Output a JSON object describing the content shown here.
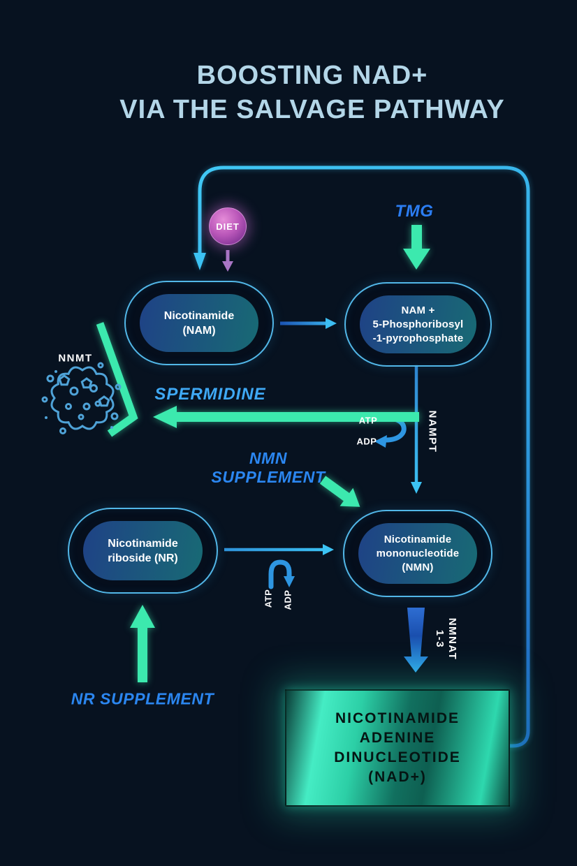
{
  "title": {
    "line1": "BOOSTING NAD+",
    "line2": "VIA THE SALVAGE PATHWAY"
  },
  "nodes": {
    "nam": {
      "line1": "Nicotinamide",
      "line2": "(NAM)"
    },
    "prpp": {
      "line1": "NAM +",
      "line2": "5-Phosphoribosyl",
      "line3": "-1-pyrophosphate"
    },
    "nr": {
      "line1": "Nicotinamide",
      "line2": "riboside (NR)"
    },
    "nmn": {
      "line1": "Nicotinamide",
      "line2": "mononucleotide",
      "line3": "(NMN)"
    },
    "nad": {
      "line1": "NICOTINAMIDE",
      "line2": "ADENINE",
      "line3": "DINUCLEOTIDE",
      "line4": "(NAD+)"
    }
  },
  "labels": {
    "diet": "DIET",
    "tmg": "TMG",
    "spermidine": "SPERMIDINE",
    "nnmt": "NNMT",
    "nampt": "NAMPT",
    "nmn_supplement_line1": "NMN",
    "nmn_supplement_line2": "SUPPLEMENT",
    "nr_supplement": "NR SUPPLEMENT",
    "nmnat_line1": "NMNAT",
    "nmnat_line2": "1-3",
    "atp": "ATP",
    "adp": "ADP"
  },
  "colors": {
    "background_navy": "#0b2440",
    "accent_cyan": "#3cc3f4",
    "accent_mint": "#3ce9ae",
    "label_blue": "#2b86f0",
    "title_blue": "#b3d6e8",
    "diet_purple": "#bb58ba",
    "nad_teal": "#2ed8ae"
  }
}
